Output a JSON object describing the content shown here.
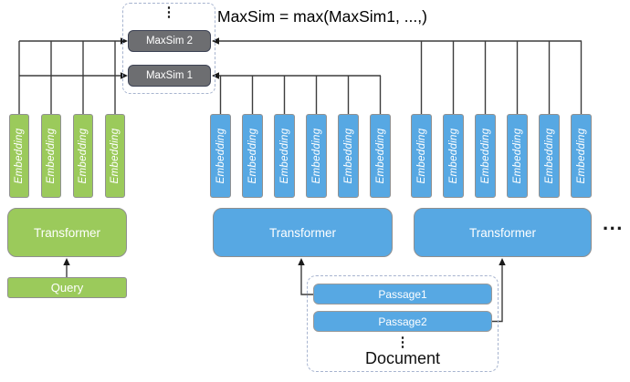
{
  "title": "MaxSim = max(MaxSim1, ...,)",
  "maxsim_group": {
    "ellipsis": "⋮",
    "items": [
      {
        "label": "MaxSim 2"
      },
      {
        "label": "MaxSim 1"
      }
    ]
  },
  "query_branch": {
    "embedding_label": "Embedding",
    "embedding_count": 4,
    "transformer_label": "Transformer",
    "input_label": "Query"
  },
  "passage_branch_1": {
    "embedding_label": "Embedding",
    "embedding_count": 6,
    "transformer_label": "Transformer"
  },
  "passage_branch_2": {
    "embedding_label": "Embedding",
    "embedding_count": 6,
    "transformer_label": "Transformer"
  },
  "more_indicator": "...",
  "document_group": {
    "passages": [
      {
        "label": "Passage1"
      },
      {
        "label": "Passage2"
      }
    ],
    "ellipsis": "⋮",
    "label": "Document"
  },
  "colors": {
    "query_green": "#9bca5b",
    "passage_blue": "#57a8e3",
    "maxsim_gray": "#6d6e71",
    "maxsim_border": "#3c4254",
    "dashed_border": "#a7b4cf",
    "wire": "#3d3d3d"
  }
}
